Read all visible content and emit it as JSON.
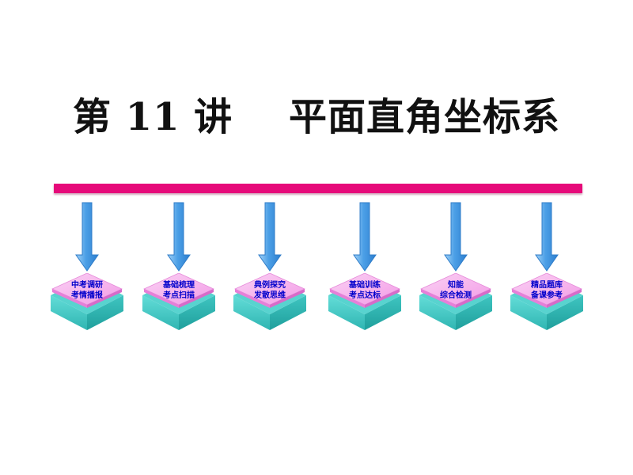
{
  "title": "第 11 讲    平面直角坐标系",
  "colors": {
    "bar": "#e60a7a",
    "arrow": "#5fa8e8",
    "tile_top": "#f7a8ec",
    "tile_side": "#3cc9c6",
    "label_text": "#0000cc"
  },
  "nodes": [
    {
      "line1": "中考调研",
      "line2": "考情播报"
    },
    {
      "line1": "基础梳理",
      "line2": "考点扫描"
    },
    {
      "line1": "典例探究",
      "line2": "发散思维"
    },
    {
      "line1": "基础训练",
      "line2": "考点达标"
    },
    {
      "line1": "知能",
      "line2": "综合检测"
    },
    {
      "line1": "精品题库",
      "line2": "备课参考"
    }
  ]
}
